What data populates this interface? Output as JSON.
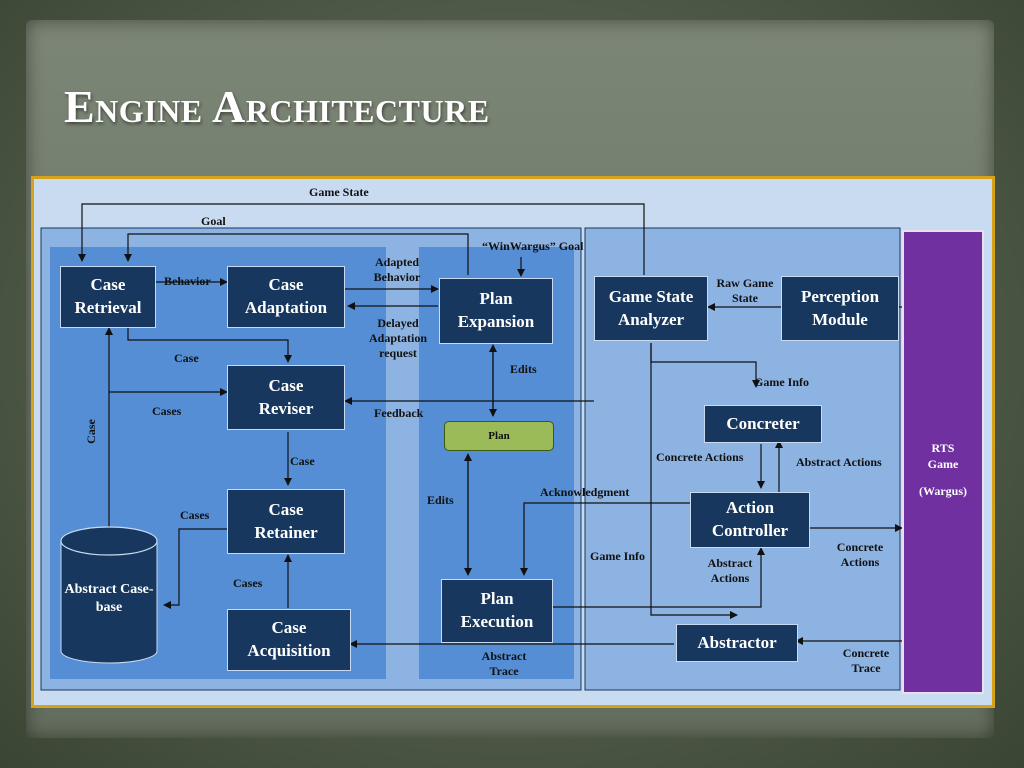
{
  "title": "Engine Architecture",
  "nodes": {
    "case_retrieval": "Case Retrieval",
    "case_adaptation": "Case Adaptation",
    "plan_expansion": "Plan Expansion",
    "case_reviser": "Case Reviser",
    "case_retainer": "Case Retainer",
    "case_acquisition": "Case Acquisition",
    "abstract_case_base": "Abstract Case-base",
    "plan": "Plan",
    "plan_execution": "Plan Execution",
    "game_state_analyzer": "Game State Analyzer",
    "perception_module": "Perception Module",
    "concreter": "Concreter",
    "action_controller": "Action Controller",
    "abstractor": "Abstractor",
    "rts_game": "RTS Game",
    "wargus": "(Wargus)"
  },
  "edge_labels": {
    "game_state": "Game State",
    "goal": "Goal",
    "behavior": "Behavior",
    "adapted_behavior": "Adapted Behavior",
    "delayed_adaptation_request": "Delayed Adaptation request",
    "winwargus_goal": "“WinWargus” Goal",
    "raw_game_state": "Raw Game State",
    "case_1": "Case",
    "cases_1": "Cases",
    "feedback": "Feedback",
    "edits_1": "Edits",
    "game_info_1": "Game Info",
    "case_vertical": "Case",
    "case_2": "Case",
    "concrete_actions_1": "Concrete Actions",
    "abstract_actions_1": "Abstract Actions",
    "cases_2": "Cases",
    "acknowledgment": "Acknowledgment",
    "edits_2": "Edits",
    "game_info_2": "Game Info",
    "concrete_actions_2": "Concrete Actions",
    "abstract_actions_2": "Abstract Actions",
    "cases_3": "Cases",
    "abstract_trace": "Abstract Trace",
    "concrete_trace": "Concrete Trace"
  }
}
